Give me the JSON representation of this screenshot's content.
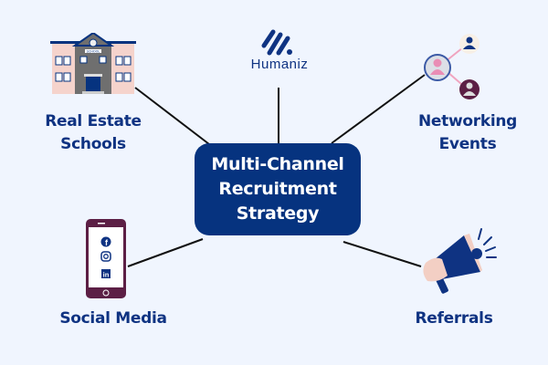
{
  "center": {
    "lines": [
      "Multi-Channel",
      "Recruitment",
      "Strategy"
    ]
  },
  "logo": {
    "text": "Humaniz"
  },
  "nodes": {
    "real_estate_schools": {
      "lines": [
        "Real Estate",
        "Schools"
      ],
      "sign": "SCHOOL"
    },
    "networking_events": {
      "lines": [
        "Networking",
        "Events"
      ]
    },
    "social_media": {
      "label": "Social Media"
    },
    "referrals": {
      "label": "Referrals"
    }
  },
  "colors": {
    "background": "#f0f5fe",
    "primary": "#06337f",
    "phone": "#5c1f45",
    "pink": "#f3cfc4"
  }
}
